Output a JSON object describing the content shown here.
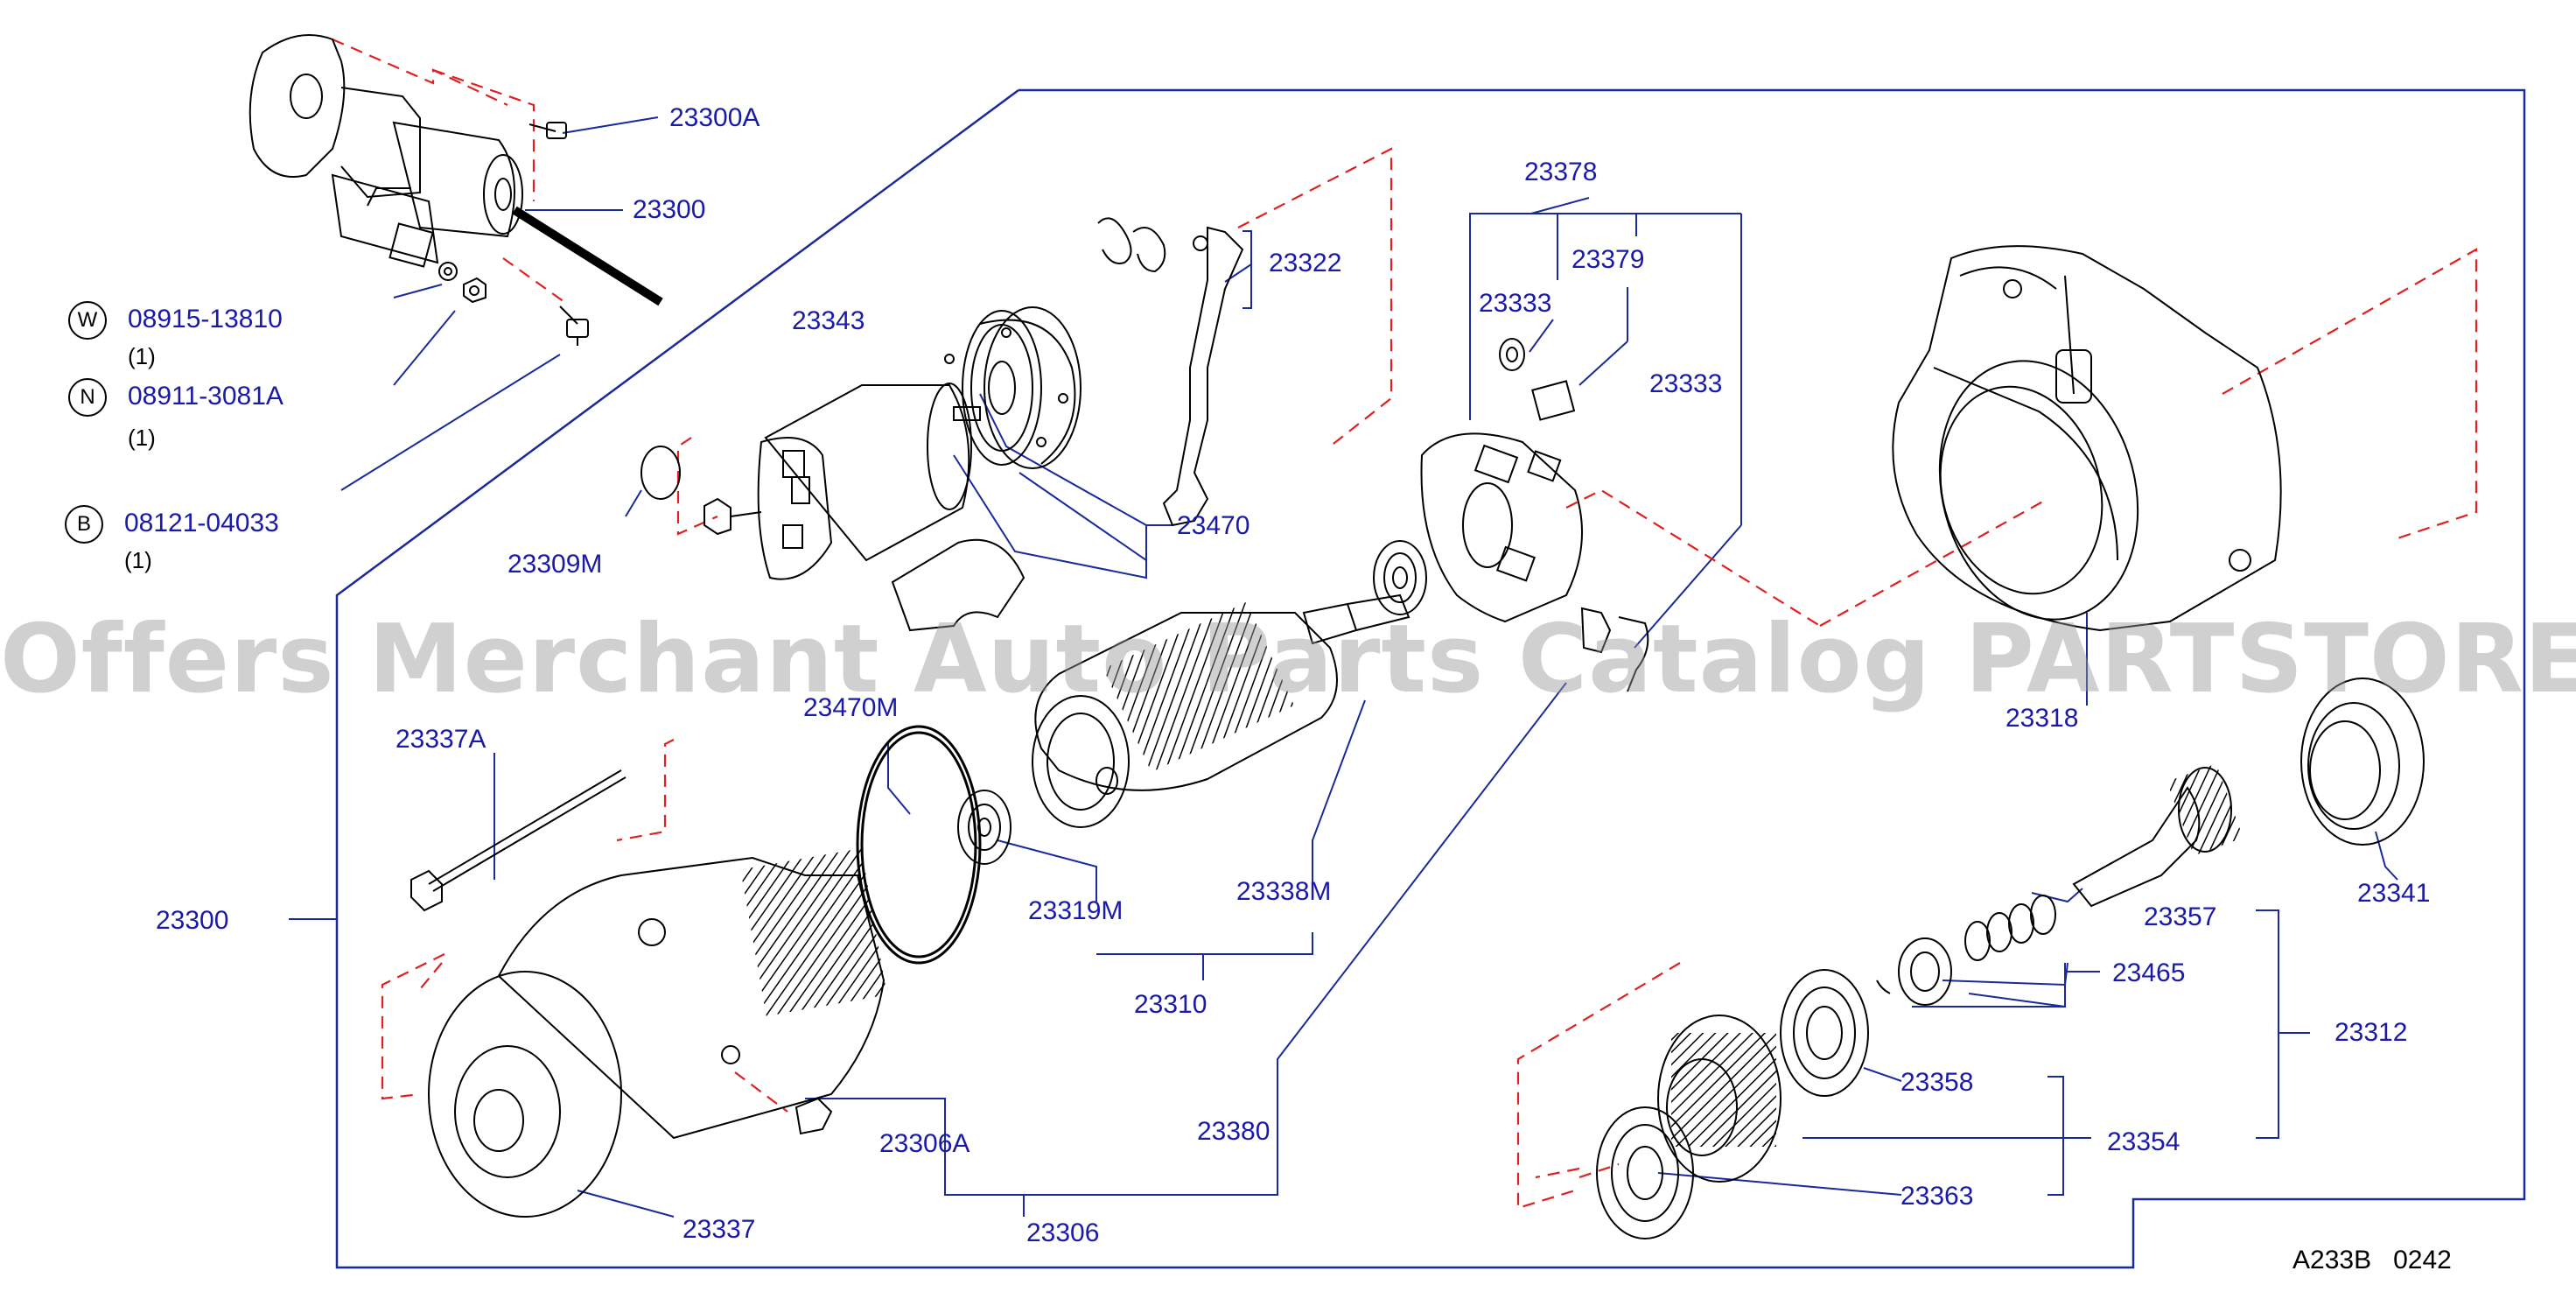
{
  "labels": {
    "l23300A": "23300A",
    "l23300": "23300",
    "l23322": "23322",
    "l23343": "23343",
    "l23378": "23378",
    "l23379": "23379",
    "l23333a": "23333",
    "l23333b": "23333",
    "l23309M": "23309M",
    "l23470": "23470",
    "l23470M": "23470M",
    "l23318": "23318",
    "l23337A": "23337A",
    "l23300main": "23300",
    "l23319M": "23319M",
    "l23338M": "23338M",
    "l23310": "23310",
    "l23357": "23357",
    "l23341": "23341",
    "l23465": "23465",
    "l23312": "23312",
    "l23358": "23358",
    "l23354": "23354",
    "l23363": "23363",
    "l23380": "23380",
    "l23306A": "23306A",
    "l23306": "23306",
    "l23337": "23337"
  },
  "hardware": [
    {
      "badge": "W",
      "code": "08915-13810",
      "qty": "(1)"
    },
    {
      "badge": "N",
      "code": "08911-3081A",
      "qty": "(1)"
    },
    {
      "badge": "B",
      "code": "08121-04033",
      "qty": "(1)"
    }
  ],
  "footer_code": "A233B   0242",
  "watermark": "Offers Merchant Auto Parts Catalog PARTSTORE.SA",
  "colors": {
    "label": "#1a1aa8",
    "leader": "#1a2a9a",
    "dash": "#e02020",
    "part": "#000000"
  }
}
